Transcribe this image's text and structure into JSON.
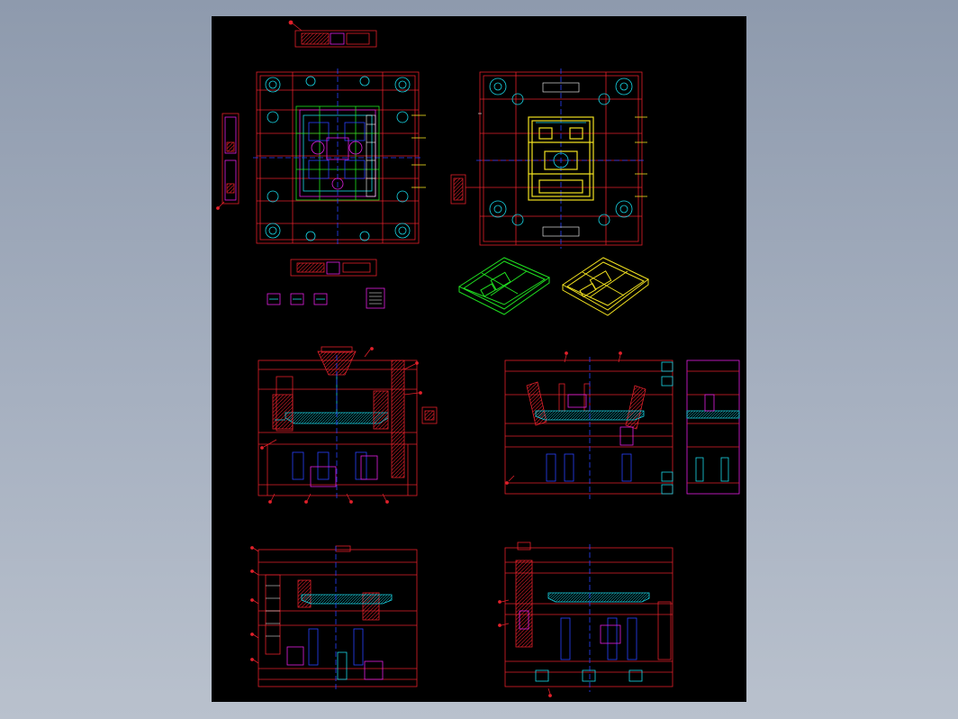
{
  "viewer": {
    "background_top": "#8e9aad",
    "background_bottom": "#b9c1cd",
    "sheet_color": "#000000"
  },
  "drawing": {
    "line_colors": {
      "frame": "#e0202a",
      "cyan": "#18d8e8",
      "blue": "#2a40ff",
      "magenta": "#e020e0",
      "green": "#20e020",
      "yellow": "#f0e020",
      "white": "#ffffff"
    },
    "views": [
      "plan-view-moving-half",
      "plan-view-fixed-half",
      "iso-part-green",
      "iso-part-yellow",
      "section-a",
      "section-b",
      "section-b-detail",
      "section-c",
      "section-d"
    ]
  }
}
